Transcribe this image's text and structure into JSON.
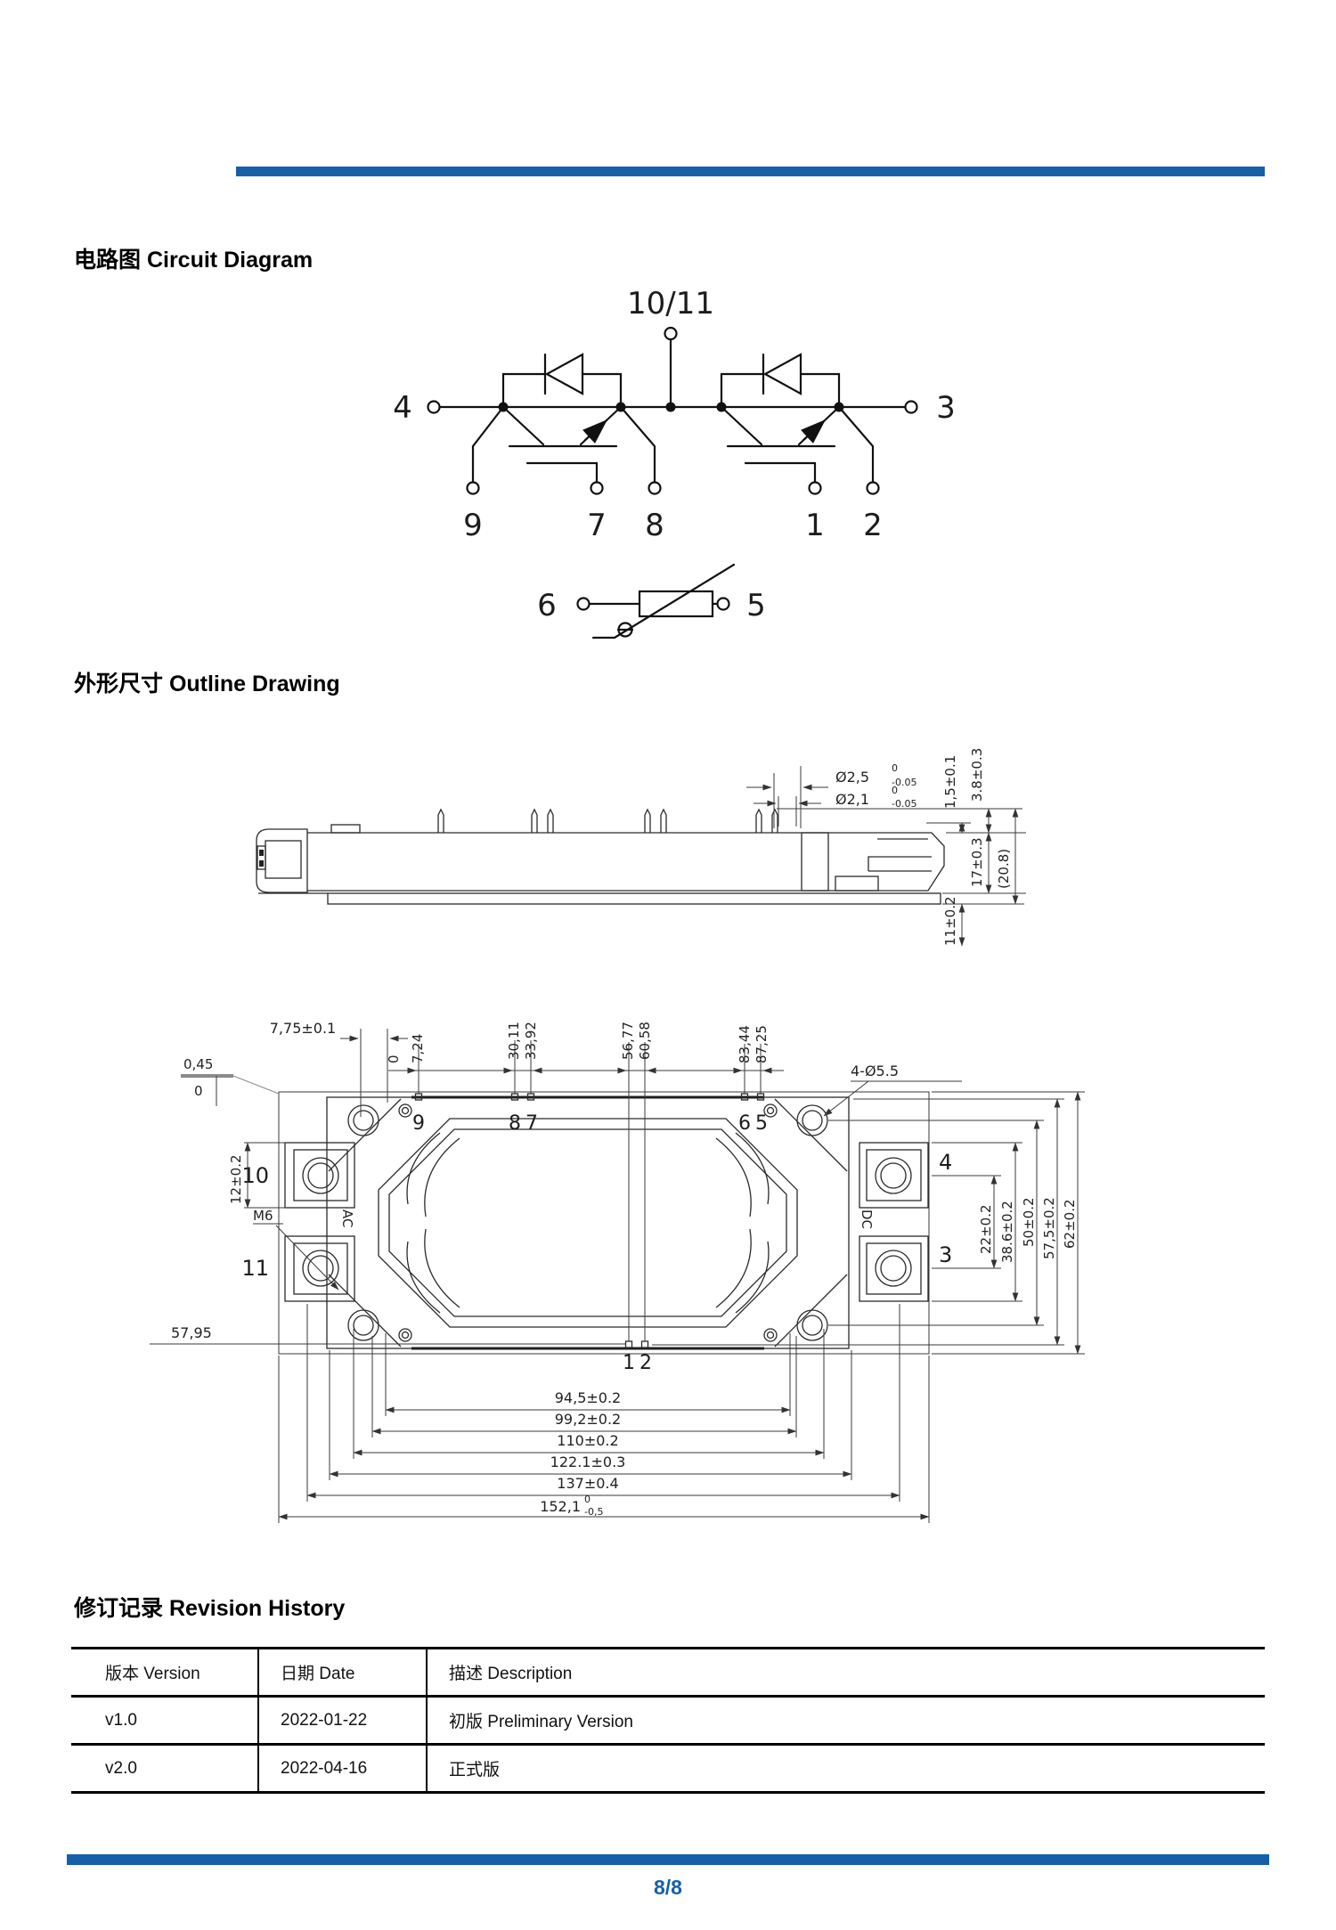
{
  "colors": {
    "accent": "#1560A8"
  },
  "headings": {
    "circuit": "电路图 Circuit Diagram",
    "outline": "外形尺寸 Outline Drawing",
    "revision": "修订记录 Revision History"
  },
  "circuit": {
    "t4": "4",
    "t3": "3",
    "t10": "10/11",
    "p9": "9",
    "p7": "7",
    "p8": "8",
    "p1": "1",
    "p2": "2",
    "t6": "6",
    "t5": "5"
  },
  "outline": {
    "side": {
      "d25": "Ø2,5",
      "d25_hi": "0",
      "d25_lo": "-0.05",
      "d21": "Ø2,1",
      "d21_hi": "0",
      "d21_lo": "-0.05",
      "h15": "1,5±0.1",
      "h38": "3.8±0.3",
      "h17": "17±0.3",
      "h208": "(20.8)",
      "h11": "11±0.2"
    },
    "top": {
      "d775": "7,75±0.1",
      "d045": "0,45",
      "zeroL": "0",
      "zeroP": "0",
      "d724": "7,24",
      "d3011": "30,11",
      "d3392": "33,92",
      "d5677": "56,77",
      "d6058": "60,58",
      "d8344": "83,44",
      "d8725": "87,25",
      "holes": "4-Ø5.5",
      "w12": "12±0.2",
      "m6": "M6",
      "ac": "AC",
      "dc": "DC",
      "ref5795": "57,95",
      "t10": "10",
      "t11": "11",
      "t4": "4",
      "t3": "3",
      "p9": "9",
      "p8": "8",
      "p7": "7",
      "p6": "6",
      "p5": "5",
      "p1": "1",
      "p2": "2",
      "right": [
        "22±0.2",
        "38.6±0.2",
        "50±0.2",
        "57,5±0.2",
        "62±0.2"
      ],
      "bottom": [
        "94,5±0.2",
        "99,2±0.2",
        "110±0.2",
        "122.1±0.3",
        "137±0.4"
      ],
      "d1521": "152,1",
      "d1521_hi": "0",
      "d1521_lo": "-0,5"
    }
  },
  "revision_table": {
    "headers": [
      "版本 Version",
      "日期 Date",
      "描述 Description"
    ],
    "rows": [
      [
        "v1.0",
        "2022-01-22",
        "初版 Preliminary Version"
      ],
      [
        "v2.0",
        "2022-04-16",
        "正式版"
      ]
    ]
  },
  "footer": {
    "page": "8/8"
  }
}
